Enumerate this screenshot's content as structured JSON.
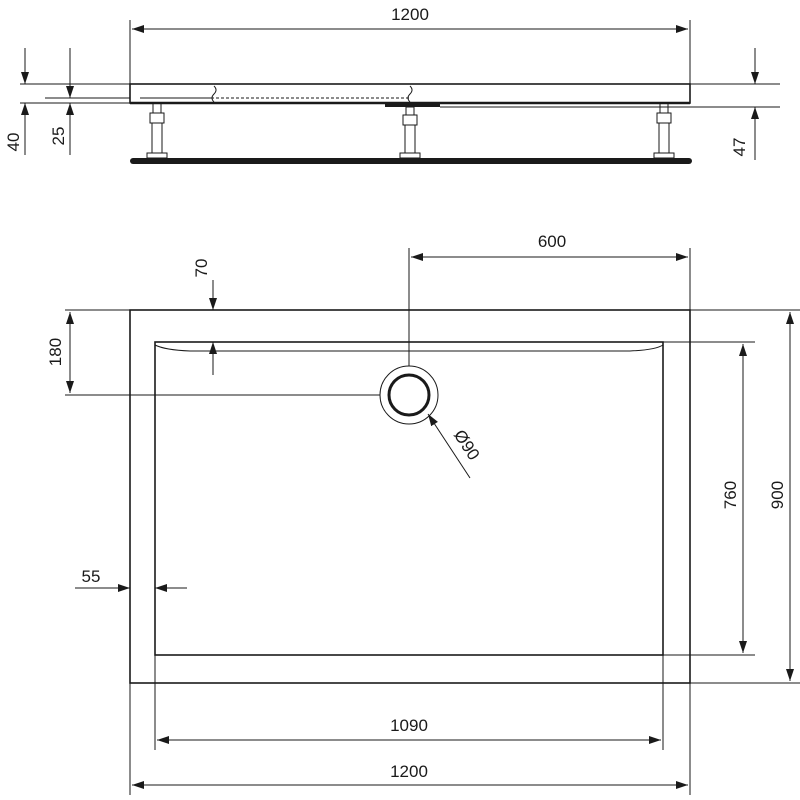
{
  "side_view": {
    "width_label": "1200",
    "height_total_label": "40",
    "height_inner_label": "25",
    "height_right_label": "47"
  },
  "plan_view": {
    "drain_offset_label": "600",
    "front_lip_label": "70",
    "drain_depth_label": "180",
    "drain_diameter_label": "Ø90",
    "inner_depth_label": "760",
    "outer_depth_label": "900",
    "side_rim_label": "55",
    "inner_width_label": "1090",
    "outer_width_label": "1200"
  },
  "colors": {
    "line": "#1a1a1a",
    "background": "#ffffff"
  }
}
